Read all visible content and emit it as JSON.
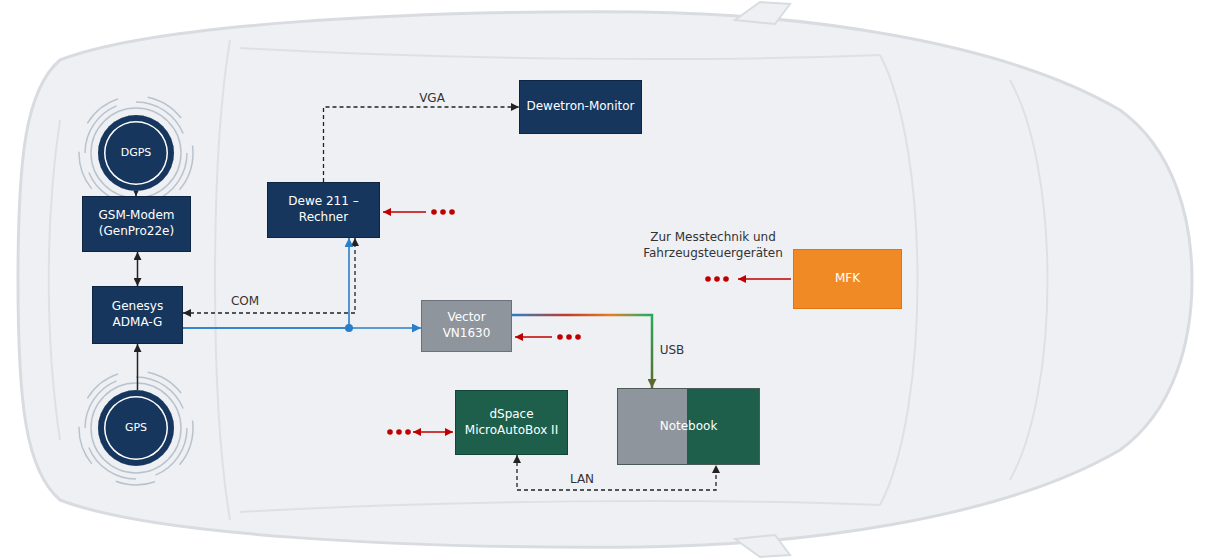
{
  "diagram": {
    "nodes": [
      {
        "text": [
          "DGPS"
        ]
      },
      {
        "text": [
          "Dewetron-Monitor"
        ]
      },
      {
        "text": [
          "Dewe 211 – Rechner"
        ]
      },
      {
        "text": [
          "GSM-Modem (GenPro22e)"
        ]
      },
      {
        "text": [
          "Genesys ADMA-G"
        ]
      },
      {
        "text": [
          "Vector VN1630"
        ]
      },
      {
        "text": [
          "MFK"
        ]
      },
      {
        "text": [
          "GPS"
        ]
      },
      {
        "text": [
          "dSpace MicroAutoBox II"
        ]
      },
      {
        "text": [
          "Notebook"
        ]
      }
    ],
    "edges": [
      {
        "from": 0,
        "to": 3,
        "arrow": "to"
      },
      {
        "from": 3,
        "to": 4,
        "arrow": "both"
      },
      {
        "from": 7,
        "to": 4,
        "arrow": "to"
      },
      {
        "from": 2,
        "to": 1,
        "arrow": "to",
        "label": "VGA"
      },
      {
        "from": 4,
        "to": 2,
        "arrow": "both",
        "label": "COM"
      },
      {
        "from": 4,
        "to": 2,
        "arrow": "to"
      },
      {
        "from": 4,
        "to": 5,
        "arrow": "to"
      },
      {
        "from": 5,
        "to": 9,
        "arrow": "to",
        "label": "USB"
      },
      {
        "from": 8,
        "to": 9,
        "arrow": "both",
        "label": "LAN"
      }
    ],
    "labels": [
      "Zur Messtechnik und Fahrzeugsteuergeräten"
    ]
  }
}
